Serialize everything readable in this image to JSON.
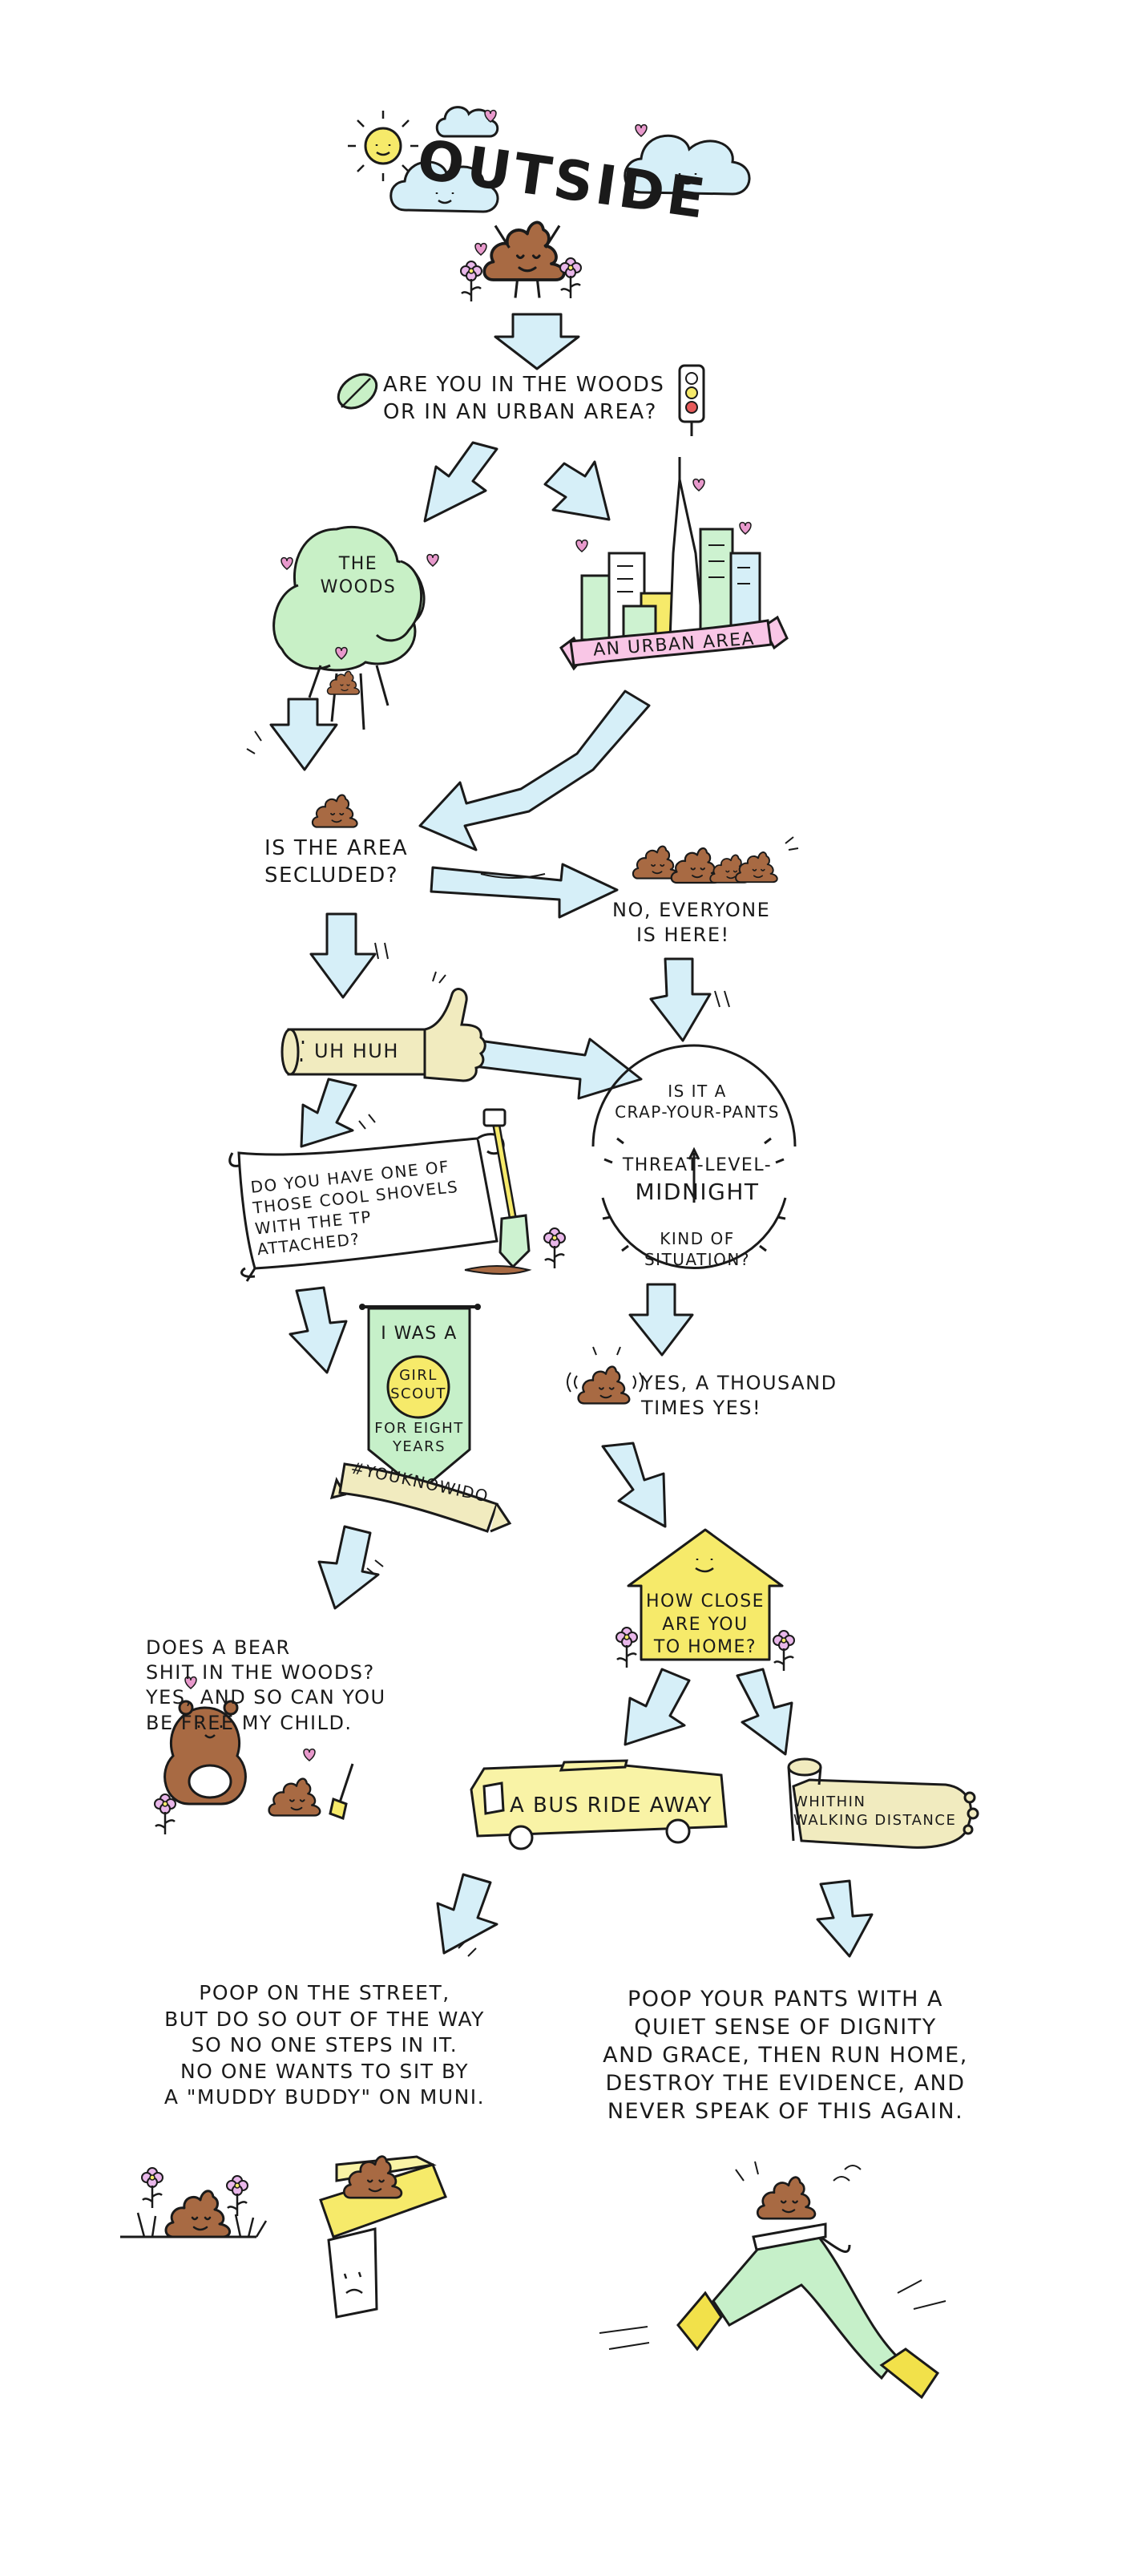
{
  "title": "OUTSIDE",
  "nodes": {
    "woods_or_urban": [
      "ARE YOU IN THE WOODS",
      "OR IN AN URBAN AREA?"
    ],
    "the_woods": [
      "THE",
      "WOODS"
    ],
    "urban_area": "AN URBAN AREA",
    "secluded": [
      "IS THE AREA",
      "SECLUDED?"
    ],
    "everyone_here": [
      "NO, EVERYONE",
      "IS HERE!"
    ],
    "uh_huh": "UH HUH",
    "crap_top": [
      "IS IT A",
      "CRAP-YOUR-PANTS"
    ],
    "crap_mid": [
      "THREAT-LEVEL-",
      "MIDNIGHT"
    ],
    "crap_bottom": [
      "KIND OF",
      "SITUATION?"
    ],
    "shovel": [
      "DO YOU HAVE ONE OF",
      "THOSE COOL SHOVELS",
      "WITH THE TP",
      "ATTACHED?"
    ],
    "yes_thousand": [
      "YES, A THOUSAND",
      "TIMES YES!"
    ],
    "girl_scout_top": [
      "I WAS A"
    ],
    "girl_scout_badge": [
      "GIRL",
      "SCOUT"
    ],
    "girl_scout_bottom": [
      "FOR EIGHT",
      "YEARS"
    ],
    "hashtag": "#YOUKNOWIDO",
    "how_close": [
      "HOW CLOSE",
      "ARE YOU",
      "TO HOME?"
    ],
    "bear": [
      "DOES A BEAR",
      "SHIT IN THE WOODS?",
      "YES, AND SO CAN YOU",
      "BE FREE MY CHILD."
    ],
    "bus_ride": "A BUS RIDE AWAY",
    "walking": [
      "WHITHIN",
      "WALKING DISTANCE"
    ],
    "street": [
      "POOP ON THE STREET,",
      "BUT DO SO OUT OF THE WAY",
      "SO NO ONE STEPS IN IT.",
      "NO ONE WANTS TO SIT BY",
      "A \"MUDDY BUDDY\" ON MUNI."
    ],
    "pants": [
      "POOP YOUR PANTS WITH A",
      "QUIET SENSE OF DIGNITY",
      "AND GRACE, THEN RUN HOME,",
      "DESTROY THE EVIDENCE, AND",
      "NEVER SPEAK OF THIS AGAIN."
    ]
  },
  "colors": {
    "arrow_fill": "#d6eff8",
    "tree": "#c8f0c6",
    "building_green": "#cdf2d0",
    "banner_pink": "#f9c6e6",
    "uh_huh_fill": "#f1ebbf",
    "girl_scout": "#c6f0c9",
    "badge": "#f6ea6a",
    "house": "#f6ea6a",
    "bus": "#f9f3a6",
    "poop": "#a86a43",
    "sun": "#f6ea6a",
    "cloud": "#d6eff8",
    "pants": "#c6f0c9",
    "shoes": "#f2e14a",
    "heart": "#e899cc"
  },
  "icons": [
    "sun-icon",
    "cloud-icon",
    "leaf-icon",
    "traffic-light-icon",
    "poop-icon",
    "tree-icon",
    "city-icon",
    "thumbs-up-icon",
    "shovel-icon",
    "clock-icon",
    "house-icon",
    "bus-icon",
    "foot-icon",
    "bear-icon",
    "toilet-icon",
    "flower-icon",
    "heart-icon",
    "running-legs-icon"
  ]
}
